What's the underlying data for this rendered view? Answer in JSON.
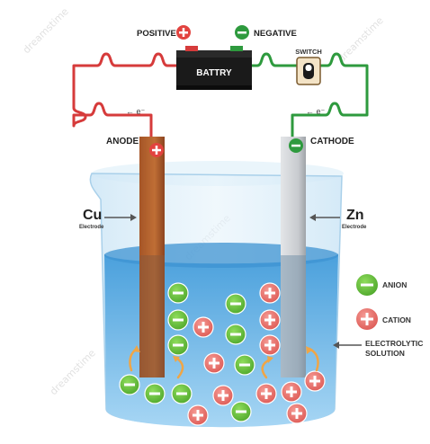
{
  "labels": {
    "positive": "POSITIVE",
    "negative": "NEGATIVE",
    "battery": "BATTRY",
    "switch": "SWITCH",
    "anode": "ANODE",
    "cathode": "CATHODE",
    "electron_left": "← e⁻",
    "electron_right": "← e⁻",
    "cu": "Cu",
    "cu_sub": "Electrode",
    "zn": "Zn",
    "zn_sub": "Electrode",
    "anion": "ANION",
    "cation": "CATION",
    "electrolytic_line1": "ELECTROLYTIC",
    "electrolytic_line2": "SOLUTION",
    "watermark": "dreamstime"
  },
  "colors": {
    "positive_wire": "#d63b3b",
    "negative_wire": "#2e9a3e",
    "anion": "#63c23a",
    "cation": "#ea6b66",
    "copper": "#b5642d",
    "zinc": "#c9ccd0",
    "solution": "#5aa8dc",
    "battery": "#1a1a1a"
  },
  "icons": {
    "plus": "plus-icon",
    "minus": "minus-icon",
    "switch": "switch-icon",
    "arrow": "arrow-icon"
  }
}
